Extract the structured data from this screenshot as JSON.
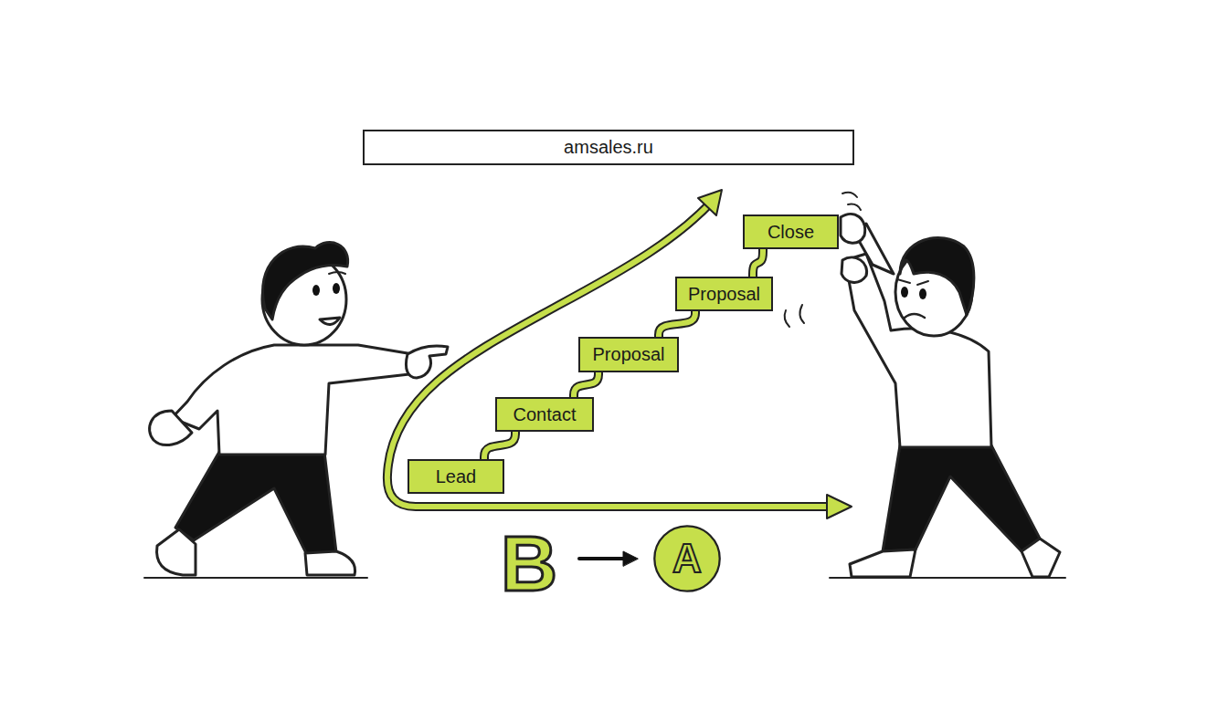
{
  "diagram": {
    "nodes": [
      {
        "text": [
          "amsales.ru"
        ]
      },
      {
        "text": [
          "Lead"
        ]
      },
      {
        "text": [
          "Contact"
        ]
      },
      {
        "text": [
          "Proposal"
        ]
      },
      {
        "text": [
          "Proposal"
        ]
      },
      {
        "text": [
          "Close"
        ]
      },
      {
        "text": [
          "A"
        ]
      }
    ],
    "edges": [
      {
        "from": 1,
        "to": 2,
        "arrow": "none"
      },
      {
        "from": 2,
        "to": 3,
        "arrow": "none"
      },
      {
        "from": 3,
        "to": 4,
        "arrow": "none"
      },
      {
        "from": 4,
        "to": 5,
        "arrow": "none"
      }
    ],
    "labels": [
      "B"
    ]
  }
}
